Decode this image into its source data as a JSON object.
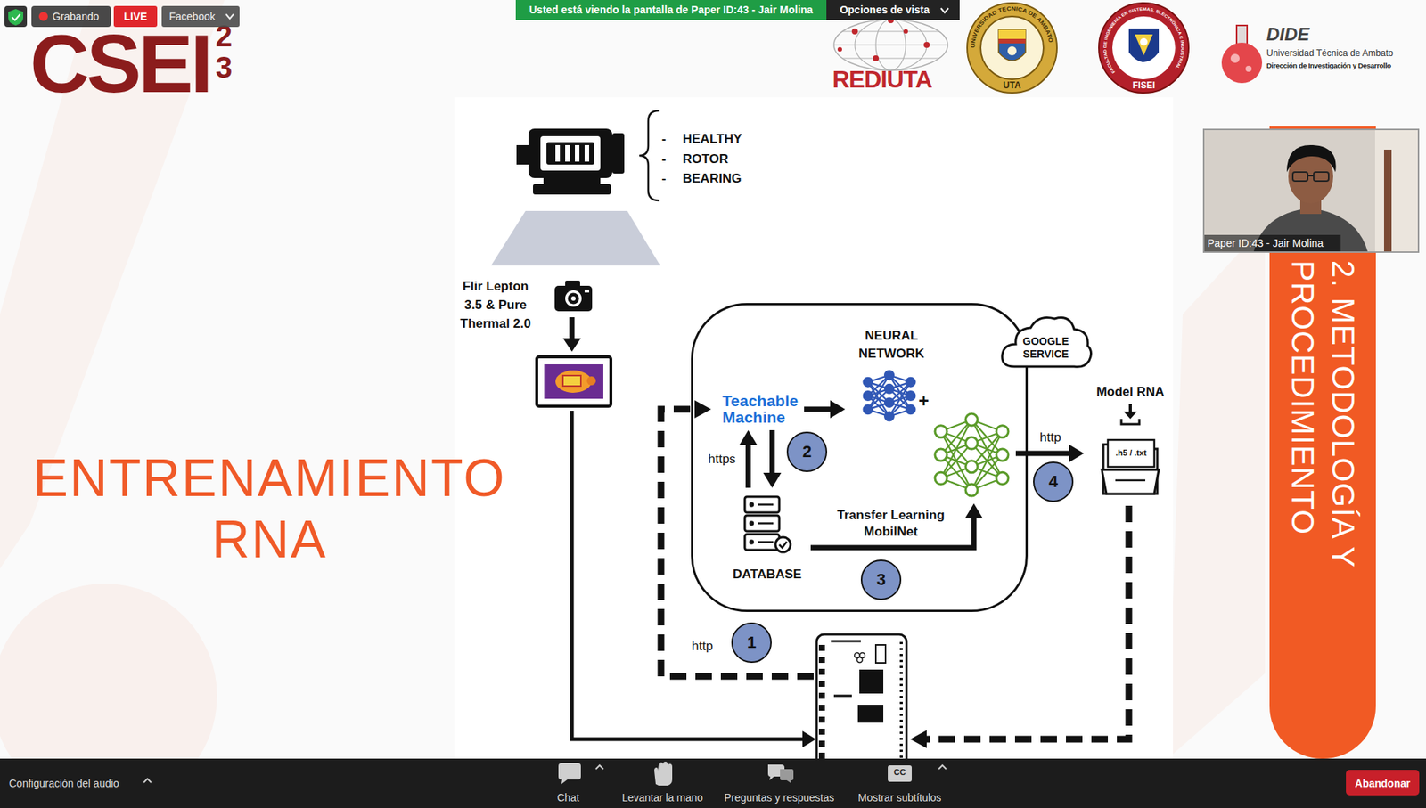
{
  "diagram": {
    "title": "ENTRENAMIENTO RNA",
    "nodes": [
      {
        "text": [
          "Flir Lepton 3.5 & Pure Thermal 2.0"
        ]
      },
      {
        "text": [
          "GOOGLE SERVICE"
        ]
      },
      {
        "text": [
          "NEURAL NETWORK"
        ],
        "in": 1
      },
      {
        "text": [
          "Teachable Machine"
        ],
        "in": 1
      },
      {
        "text": [
          "DATABASE"
        ],
        "in": 1
      },
      {
        "text": [
          "Model RNA",
          ".h5 / .txt"
        ]
      },
      {
        "text": [
          "2. METODOLOGÍA Y PROCEDIMIENTO"
        ]
      }
    ],
    "edges": [
      {
        "from": 3,
        "to": 2,
        "arrow": "to"
      },
      {
        "from": 3,
        "to": 4,
        "label": "https",
        "arrow": "both"
      },
      {
        "from": 4,
        "to": 2,
        "label": "Transfer Learning MobilNet",
        "arrow": "to"
      },
      {
        "from": 2,
        "to": 5,
        "label": "http",
        "arrow": "to"
      }
    ],
    "labels": [
      "Grabando",
      "LIVE",
      "Facebook",
      "CSEI",
      "2",
      "3",
      "Usted está viendo la pantalla de Paper ID:43 - Jair Molina",
      "Opciones de vista",
      "REDIUTA",
      "UNIVERSIDAD TECNICA DE AMBATO",
      "UTA",
      "FACULTAD DE INGENIERÍA EN SISTEMAS, ELECTRÓNICA E INDUSTRIAL",
      "FISEI",
      "DIDE",
      "Universidad Técnica de Ambato",
      "Dirección de Investigación y Desarrollo",
      "Paper ID:43 - Jair Molina",
      "-",
      "HEALTHY",
      "-",
      "ROTOR",
      "-",
      "BEARING",
      "+",
      "2",
      "3",
      "4",
      "http",
      "1",
      "Configuración del audio",
      "Chat",
      "Levantar la mano",
      "Preguntas y respuestas",
      "CC",
      "Mostrar subtítulos",
      "Abandonar"
    ]
  }
}
